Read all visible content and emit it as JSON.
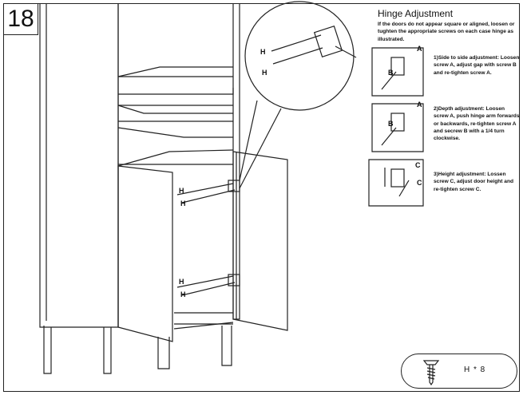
{
  "step_number": "18",
  "hinge_adjustment": {
    "title": "Hinge Adjustment",
    "intro": "If the doors do not appear square or aligned, loosen or tughten the appropriate screws on each case hinge as illustrated.",
    "steps": [
      {
        "text": "1)Side to side adjustment: Loosen screw A, adjust gap with screw B and re-tighten screw A.",
        "labels": [
          "A",
          "B"
        ]
      },
      {
        "text": "2)Depth adjustment: Loosen screw A, push hinge arm forwards or backwards, re-tighten screw A and secrew B with a 1/4 turn clockwise.",
        "labels": [
          "A",
          "B"
        ]
      },
      {
        "text": "3)Height adjustment: Lossen screw C, adjust door height and re-tighten screw C.",
        "labels": [
          "C",
          "C"
        ]
      }
    ]
  },
  "callout_labels": [
    "H",
    "H"
  ],
  "cabinet_labels": [
    "H",
    "H",
    "H",
    "H"
  ],
  "hardware": {
    "part": "H",
    "quantity_text": "H * 8",
    "icon": "screw-icon"
  }
}
